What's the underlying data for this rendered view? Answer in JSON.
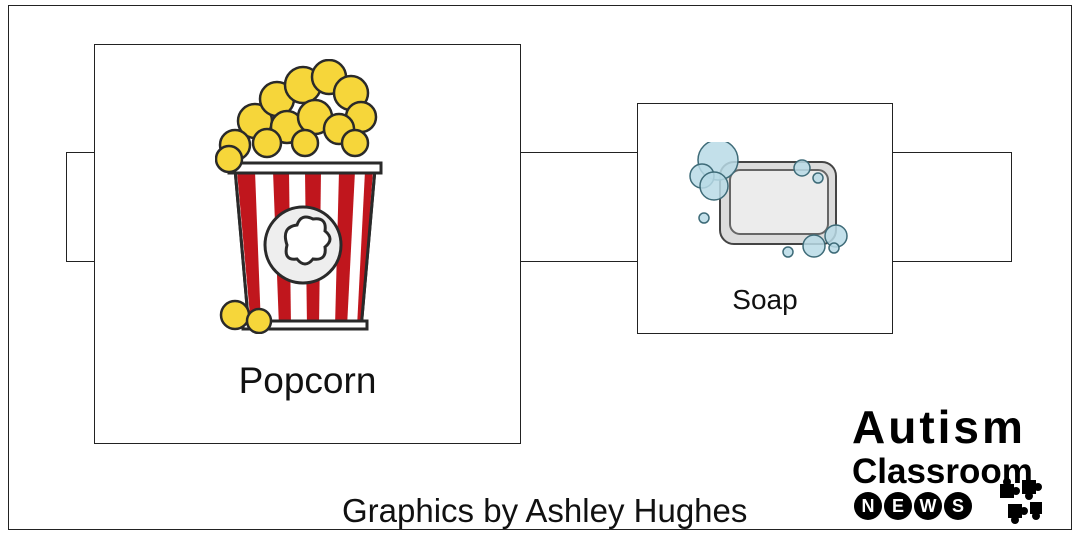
{
  "cards": {
    "popcorn_label": "Popcorn",
    "soap_label": "Soap"
  },
  "credit": "Graphics by Ashley Hughes",
  "logo": {
    "line1": "Autism",
    "line2": "Classroom",
    "news_letters": [
      "N",
      "E",
      "W",
      "S"
    ]
  },
  "icons": {
    "popcorn": "popcorn-icon",
    "soap": "soap-icon",
    "puzzle": "puzzle-piece-icon"
  },
  "colors": {
    "popcorn_red": "#c0161d",
    "popcorn_yellow": "#f6d63a",
    "bubble_blue": "#b9dbe6"
  }
}
